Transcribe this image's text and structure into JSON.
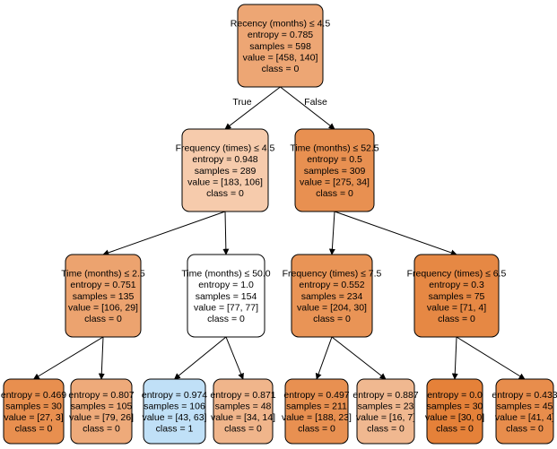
{
  "colors": {
    "class0_strong": "#e5823b",
    "class0_medium": "#ea9a61",
    "class0_light": "#f0b890",
    "class0_pale": "#f6d5bd",
    "neutral": "#ffffff",
    "class1_light": "#bedff6"
  },
  "edge_labels": {
    "true": "True",
    "false": "False"
  },
  "nodes": [
    {
      "id": "n0",
      "parent": null,
      "lines": [
        "Recency (months) ≤ 4.5",
        "entropy = 0.785",
        "samples = 598",
        "value = [458, 140]",
        "class = 0"
      ],
      "fill": "#eda674"
    },
    {
      "id": "n1",
      "parent": "n0",
      "lines": [
        "Frequency (times) ≤ 4.5",
        "entropy = 0.948",
        "samples = 289",
        "value = [183, 106]",
        "class = 0"
      ],
      "fill": "#f6cbac"
    },
    {
      "id": "n2",
      "parent": "n0",
      "lines": [
        "Time (months) ≤ 52.5",
        "entropy = 0.5",
        "samples = 309",
        "value = [275, 34]",
        "class = 0"
      ],
      "fill": "#e89051"
    },
    {
      "id": "n3",
      "parent": "n1",
      "lines": [
        "Time (months) ≤ 2.5",
        "entropy = 0.751",
        "samples = 135",
        "value = [106, 29]",
        "class = 0"
      ],
      "fill": "#eca36f"
    },
    {
      "id": "n4",
      "parent": "n1",
      "lines": [
        "Time (months) ≤ 50.0",
        "entropy = 1.0",
        "samples = 154",
        "value = [77, 77]",
        "class = 0"
      ],
      "fill": "#ffffff"
    },
    {
      "id": "n5",
      "parent": "n2",
      "lines": [
        "Frequency (times) ≤ 7.5",
        "entropy = 0.552",
        "samples = 234",
        "value = [204, 30]",
        "class = 0"
      ],
      "fill": "#e99456"
    },
    {
      "id": "n6",
      "parent": "n2",
      "lines": [
        "Frequency (times) ≤ 6.5",
        "entropy = 0.3",
        "samples = 75",
        "value = [71, 4]",
        "class = 0"
      ],
      "fill": "#e68844"
    },
    {
      "id": "n7",
      "parent": "n3",
      "lines": [
        "entropy = 0.469",
        "samples = 30",
        "value = [27, 3]",
        "class = 0"
      ],
      "fill": "#e88f4f"
    },
    {
      "id": "n8",
      "parent": "n3",
      "lines": [
        "entropy = 0.807",
        "samples = 105",
        "value = [79, 26]",
        "class = 0"
      ],
      "fill": "#eeaa7a"
    },
    {
      "id": "n9",
      "parent": "n4",
      "lines": [
        "entropy = 0.974",
        "samples = 106",
        "value = [43, 63]",
        "class = 1"
      ],
      "fill": "#c0e0f7"
    },
    {
      "id": "n10",
      "parent": "n4",
      "lines": [
        "entropy = 0.871",
        "samples = 48",
        "value = [34, 14]",
        "class = 0"
      ],
      "fill": "#f0b58b"
    },
    {
      "id": "n11",
      "parent": "n5",
      "lines": [
        "entropy = 0.497",
        "samples = 211",
        "value = [188, 23]",
        "class = 0"
      ],
      "fill": "#e89051"
    },
    {
      "id": "n12",
      "parent": "n5",
      "lines": [
        "entropy = 0.887",
        "samples = 23",
        "value = [16, 7]",
        "class = 0"
      ],
      "fill": "#f0b890"
    },
    {
      "id": "n13",
      "parent": "n6",
      "lines": [
        "entropy = 0.0",
        "samples = 30",
        "value = [30, 0]",
        "class = 0"
      ],
      "fill": "#e58139"
    },
    {
      "id": "n14",
      "parent": "n6",
      "lines": [
        "entropy = 0.433",
        "samples = 45",
        "value = [41, 4]",
        "class = 0"
      ],
      "fill": "#e88d4c"
    }
  ]
}
